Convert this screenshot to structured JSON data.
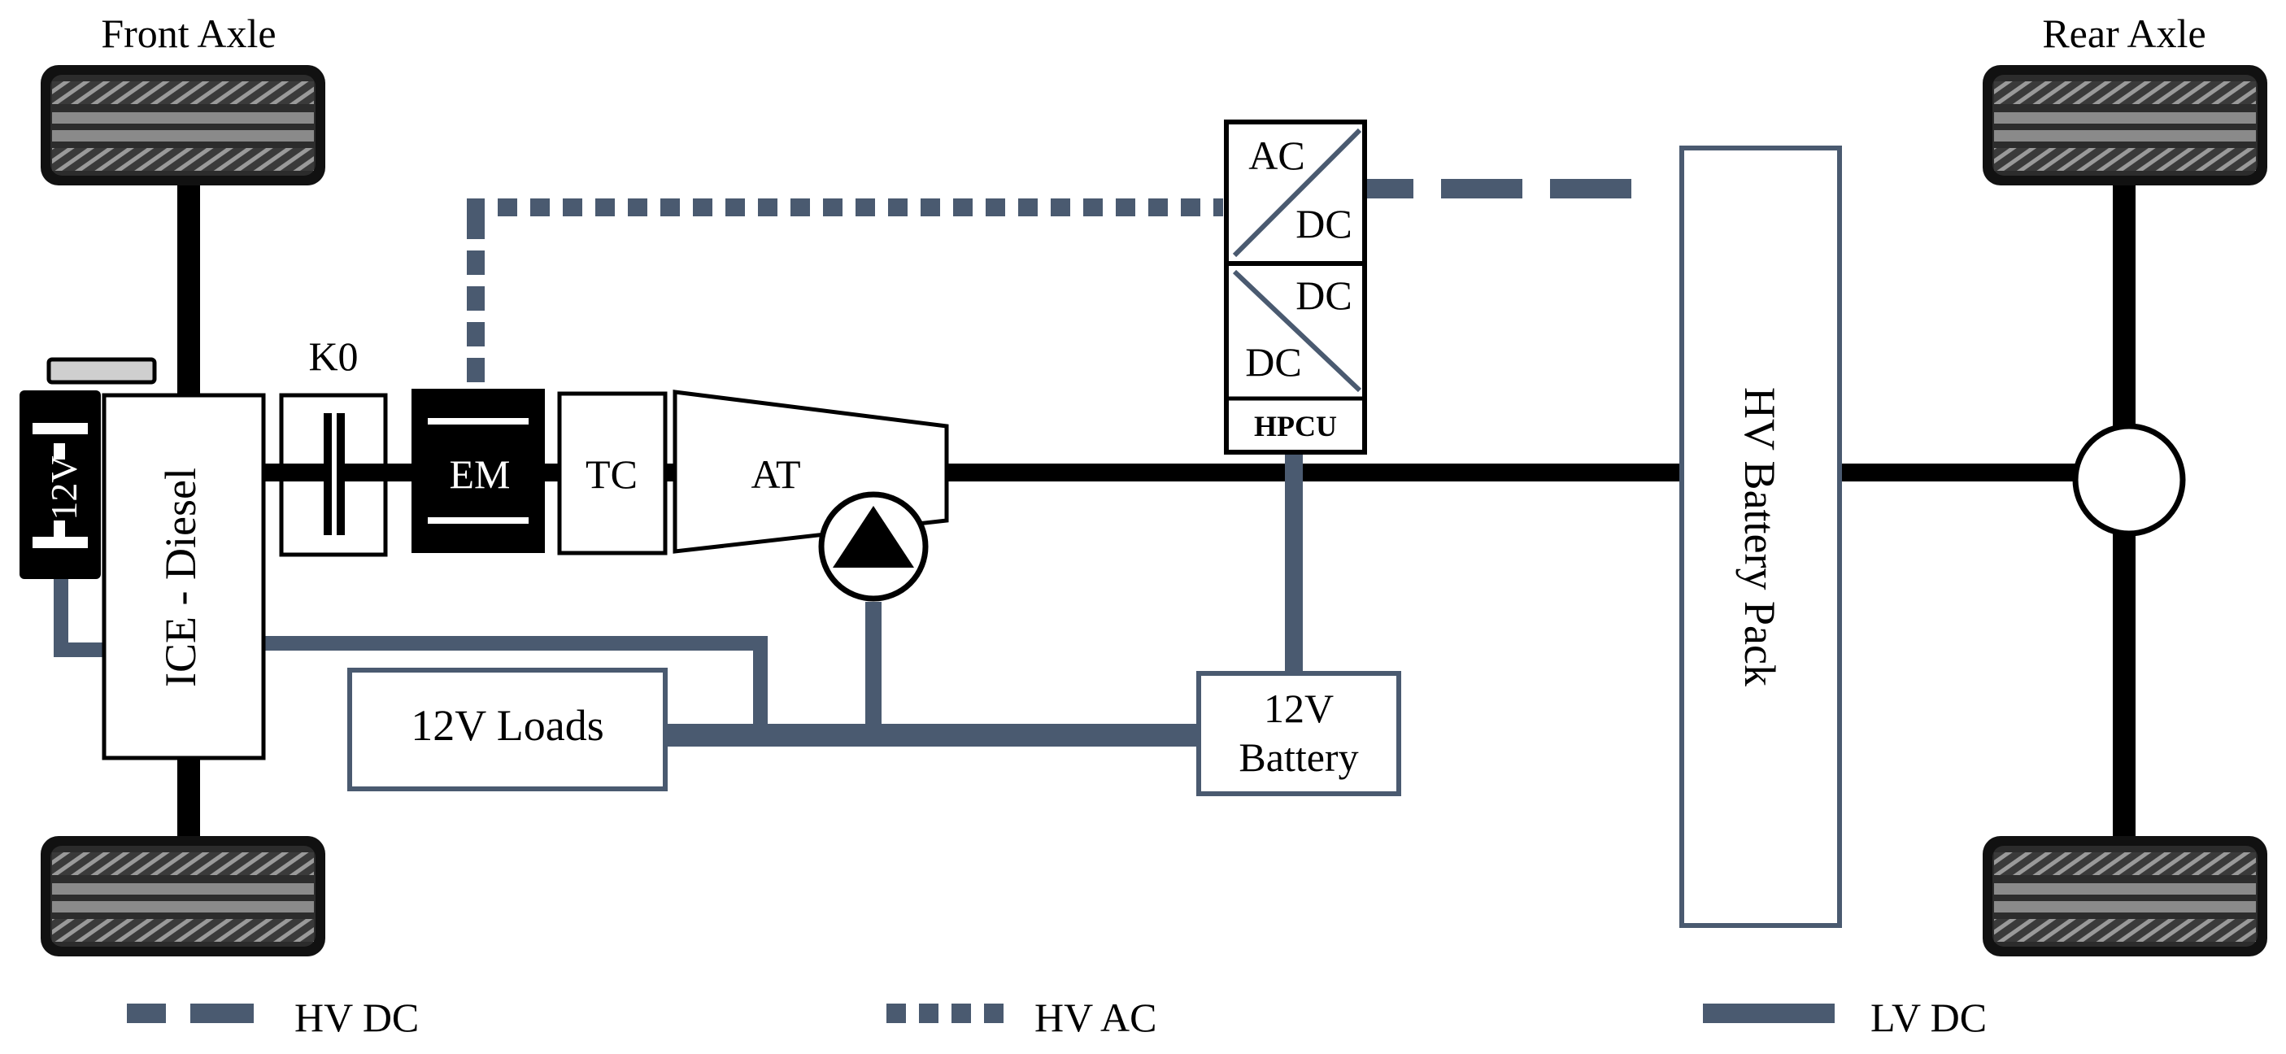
{
  "labels": {
    "front_axle": "Front Axle",
    "rear_axle": "Rear Axle",
    "k0": "K0",
    "battery_12v_small": "12V",
    "ice": "ICE - Diesel",
    "em": "EM",
    "tc": "TC",
    "at": "AT",
    "acdc_top": "AC",
    "acdc_bottom": "DC",
    "dcdc_top": "DC",
    "dcdc_bottom": "DC",
    "hpcu": "HPCU",
    "hv_battery": "HV Battery Pack",
    "loads": "12V Loads",
    "battery_12v_line1": "12V",
    "battery_12v_line2": "Battery"
  },
  "legend": {
    "hv_dc": "HV DC",
    "hv_ac": "HV AC",
    "lv_dc": "LV DC"
  },
  "colors": {
    "line_primary": "#000000",
    "hv_wire": "#4a5a70",
    "box_outline": "#000000",
    "hv_battery_outline": "#4a5a70",
    "tire_fill": "#3a3a3a",
    "tire_tread": "#8a8a8a"
  }
}
